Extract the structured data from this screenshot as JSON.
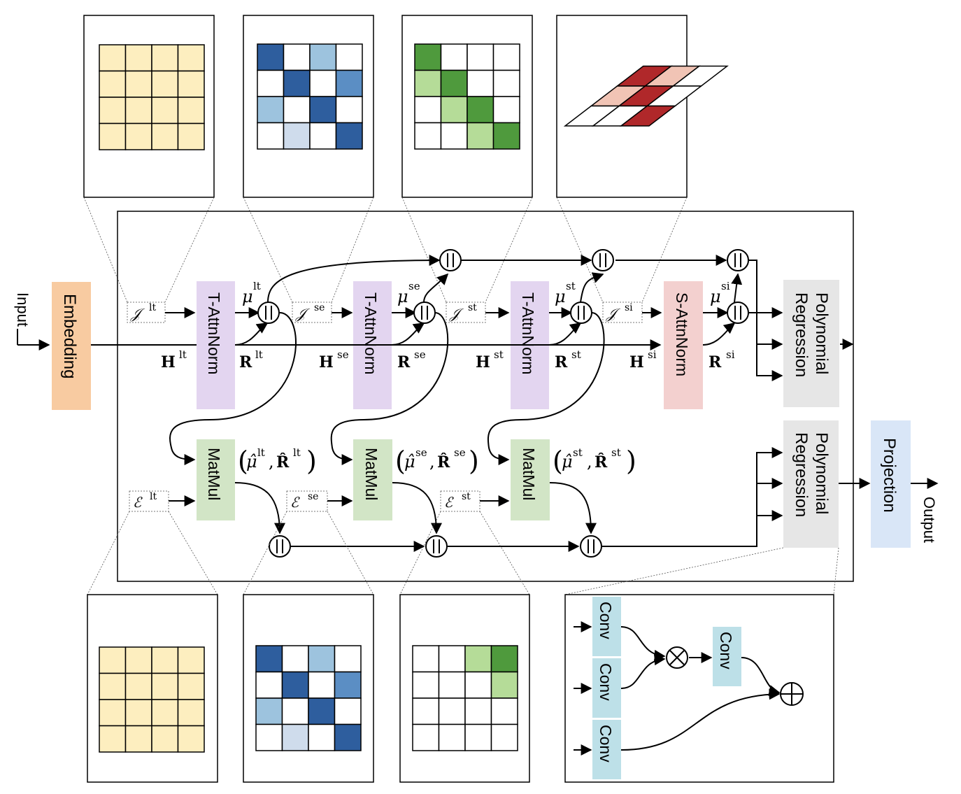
{
  "io": {
    "input_label": "Input",
    "output_label": "Output"
  },
  "modules": {
    "embedding": "Embedding",
    "t_attn_norm": "T-AttnNorm",
    "s_attn_norm": "S-AttnNorm",
    "matmul": "MatMul",
    "poly_regression_line1": "Polynomial",
    "poly_regression_line2": "Regression",
    "projection": "Projection",
    "conv": "Conv"
  },
  "symbols": {
    "mask_i": "𝒥",
    "mask_e": "ℰ",
    "mu": "μ",
    "mu_hat": "μ̂",
    "h": "H",
    "r": "R",
    "r_hat": "R̂",
    "concat": "‖",
    "times": "⊗",
    "plus": "⊕"
  },
  "subscripts": {
    "lt": "lt",
    "se": "se",
    "st": "st",
    "si": "si"
  },
  "colors": {
    "embedding": "#f8cba1",
    "t_attn_norm": "#e3d5f0",
    "s_attn_norm": "#f3d0cf",
    "matmul": "#d2e5c6",
    "poly_regression": "#e6e6e6",
    "projection": "#d9e6f7",
    "conv": "#bde0e8",
    "yellow_cell": "#fdeebf",
    "blue_dark": "#2e5e9e",
    "blue_mid": "#5b8ec4",
    "blue_light": "#9dc3de",
    "blue_pale": "#cfdcec",
    "green_dark": "#4f9a3d",
    "green_light": "#b5dc98",
    "red_dark": "#b0282a",
    "red_light": "#f1c4b5"
  }
}
